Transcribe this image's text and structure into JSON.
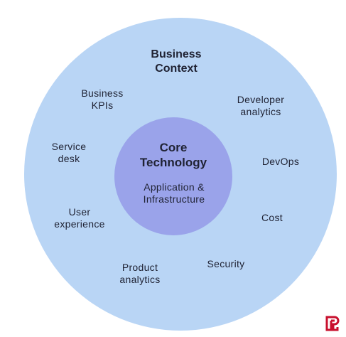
{
  "outer": {
    "title": "Business\nContext",
    "items": [
      {
        "id": "business-kpis",
        "label": "Business\nKPIs"
      },
      {
        "id": "developer-analytics",
        "label": "Developer\nanalytics"
      },
      {
        "id": "service-desk",
        "label": "Service\ndesk"
      },
      {
        "id": "devops",
        "label": "DevOps"
      },
      {
        "id": "user-experience",
        "label": "User\nexperience"
      },
      {
        "id": "cost",
        "label": "Cost"
      },
      {
        "id": "product-analytics",
        "label": "Product\nanalytics"
      },
      {
        "id": "security",
        "label": "Security"
      }
    ]
  },
  "core": {
    "title": "Core\nTechnology",
    "subtitle": "Application &\nInfrastructure"
  },
  "colors": {
    "outer_circle": "#b9d5f5",
    "inner_circle": "#9aa3ea",
    "logo": "#c8102e"
  },
  "logo": {
    "icon": "brand-logo-icon"
  }
}
